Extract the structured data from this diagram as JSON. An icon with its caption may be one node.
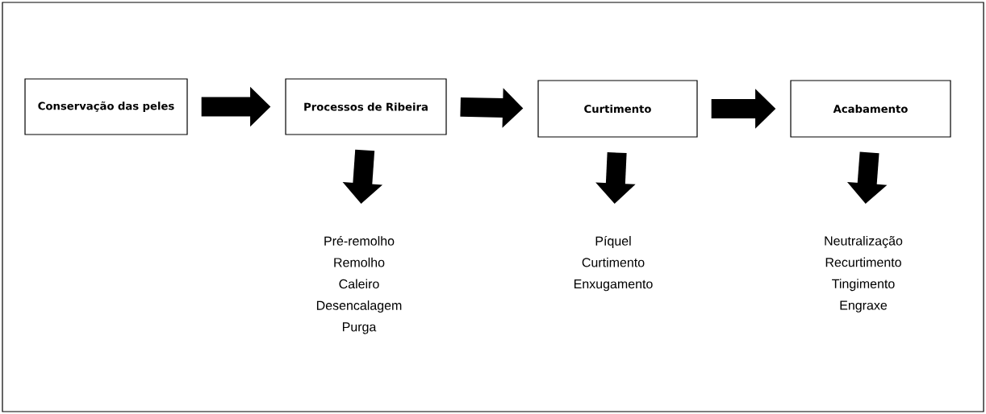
{
  "diagram": {
    "nodes": [
      {
        "text": [
          "Conservação das peles"
        ]
      },
      {
        "text": [
          "Processos de Ribeira"
        ]
      },
      {
        "text": [
          "Curtimento"
        ]
      },
      {
        "text": [
          "Acabamento"
        ]
      },
      {
        "text": [
          "Pré-remolho",
          "Remolho",
          "Caleiro",
          "Desencalagem",
          "Purga"
        ]
      },
      {
        "text": [
          "Píquel",
          "Curtimento",
          "Enxugamento"
        ]
      },
      {
        "text": [
          "Neutralização",
          "Recurtimento",
          "Tingimento",
          "Engraxe"
        ]
      }
    ],
    "edges": [
      {
        "from": 0,
        "to": 1,
        "arrow": "to"
      },
      {
        "from": 1,
        "to": 2,
        "arrow": "to"
      },
      {
        "from": 2,
        "to": 3,
        "arrow": "to"
      },
      {
        "from": 1,
        "to": 4,
        "arrow": "to"
      },
      {
        "from": 2,
        "to": 5,
        "arrow": "to"
      },
      {
        "from": 3,
        "to": 6,
        "arrow": "to"
      }
    ]
  }
}
